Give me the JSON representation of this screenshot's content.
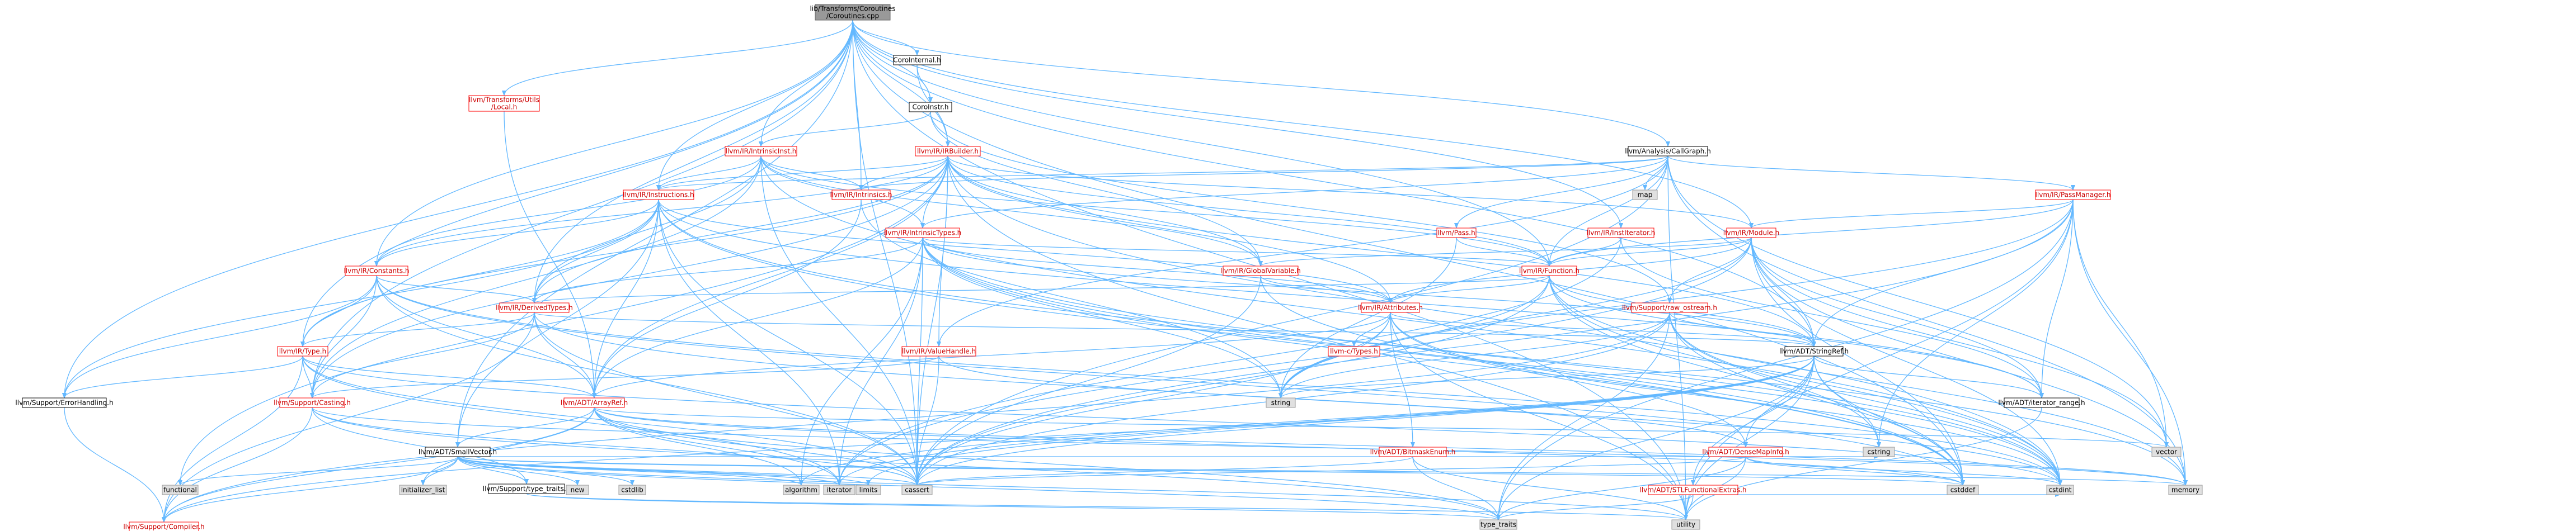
{
  "colors": {
    "edge": "#63b8ff",
    "root_fill": "#999999",
    "root_stroke": "#666666",
    "red_stroke": "#ff0000",
    "black_stroke": "#000000",
    "gray_fill": "#e0e0e0",
    "gray_stroke": "#999999",
    "red_text": "#cc0000",
    "black_text": "#000000"
  },
  "nodes": [
    {
      "id": "root",
      "kind": "root",
      "lines": [
        "lib/Transforms/Coroutines",
        "/Coroutines.cpp"
      ]
    },
    {
      "id": "CoroInternal",
      "kind": "black",
      "lines": [
        "CoroInternal.h"
      ]
    },
    {
      "id": "CoroInstr",
      "kind": "black",
      "lines": [
        "CoroInstr.h"
      ]
    },
    {
      "id": "TransformsUtilsLocal",
      "kind": "red",
      "lines": [
        "llvm/Transforms/Utils",
        "/Local.h"
      ]
    },
    {
      "id": "IntrinsicInst",
      "kind": "red",
      "lines": [
        "llvm/IR/IntrinsicInst.h"
      ]
    },
    {
      "id": "IRBuilder",
      "kind": "red",
      "lines": [
        "llvm/IR/IRBuilder.h"
      ]
    },
    {
      "id": "CallGraph",
      "kind": "black",
      "lines": [
        "llvm/Analysis/CallGraph.h"
      ]
    },
    {
      "id": "PassManager",
      "kind": "red",
      "lines": [
        "llvm/IR/PassManager.h"
      ]
    },
    {
      "id": "Instructions",
      "kind": "red",
      "lines": [
        "llvm/IR/Instructions.h"
      ]
    },
    {
      "id": "Intrinsics",
      "kind": "red",
      "lines": [
        "llvm/IR/Intrinsics.h"
      ]
    },
    {
      "id": "IntrinsicTypes",
      "kind": "red",
      "lines": [
        "llvm/IR/IntrinsicTypes.h"
      ]
    },
    {
      "id": "Pass",
      "kind": "red",
      "lines": [
        "llvm/Pass.h"
      ]
    },
    {
      "id": "InstIterator",
      "kind": "red",
      "lines": [
        "llvm/IR/InstIterator.h"
      ]
    },
    {
      "id": "Module",
      "kind": "red",
      "lines": [
        "llvm/IR/Module.h"
      ]
    },
    {
      "id": "Constants",
      "kind": "red",
      "lines": [
        "llvm/IR/Constants.h"
      ]
    },
    {
      "id": "GlobalVariable",
      "kind": "red",
      "lines": [
        "llvm/IR/GlobalVariable.h"
      ]
    },
    {
      "id": "Function",
      "kind": "red",
      "lines": [
        "llvm/IR/Function.h"
      ]
    },
    {
      "id": "DerivedTypes",
      "kind": "red",
      "lines": [
        "llvm/IR/DerivedTypes.h"
      ]
    },
    {
      "id": "Attributes",
      "kind": "red",
      "lines": [
        "llvm/IR/Attributes.h"
      ]
    },
    {
      "id": "raw_ostream",
      "kind": "red",
      "lines": [
        "llvm/Support/raw_ostream.h"
      ]
    },
    {
      "id": "IRType",
      "kind": "red",
      "lines": [
        "llvm/IR/Type.h"
      ]
    },
    {
      "id": "llvmcTypes",
      "kind": "red",
      "lines": [
        "llvm-c/Types.h"
      ]
    },
    {
      "id": "ValueHandle",
      "kind": "red",
      "lines": [
        "llvm/IR/ValueHandle.h"
      ]
    },
    {
      "id": "StringRef",
      "kind": "black",
      "lines": [
        "llvm/ADT/StringRef.h"
      ]
    },
    {
      "id": "ErrorHandling",
      "kind": "black",
      "lines": [
        "llvm/Support/ErrorHandling.h"
      ]
    },
    {
      "id": "Casting",
      "kind": "red",
      "lines": [
        "llvm/Support/Casting.h"
      ]
    },
    {
      "id": "ArrayRef",
      "kind": "red",
      "lines": [
        "llvm/ADT/ArrayRef.h"
      ]
    },
    {
      "id": "iterator_range",
      "kind": "black",
      "lines": [
        "llvm/ADT/iterator_range.h"
      ]
    },
    {
      "id": "SmallVector",
      "kind": "black",
      "lines": [
        "llvm/ADT/SmallVector.h"
      ]
    },
    {
      "id": "BitmaskEnum",
      "kind": "red",
      "lines": [
        "llvm/ADT/BitmaskEnum.h"
      ]
    },
    {
      "id": "DenseMapInfo",
      "kind": "red",
      "lines": [
        "llvm/ADT/DenseMapInfo.h"
      ]
    },
    {
      "id": "STLFunctionalExtras",
      "kind": "red",
      "lines": [
        "llvm/ADT/STLFunctionalExtras.h"
      ]
    },
    {
      "id": "type_traits_h",
      "kind": "black",
      "lines": [
        "llvm/Support/type_traits.h"
      ]
    },
    {
      "id": "Compiler",
      "kind": "red",
      "lines": [
        "llvm/Support/Compiler.h"
      ]
    },
    {
      "id": "map",
      "kind": "gray",
      "lines": [
        "map"
      ]
    },
    {
      "id": "string",
      "kind": "gray",
      "lines": [
        "string"
      ]
    },
    {
      "id": "vector",
      "kind": "gray",
      "lines": [
        "vector"
      ]
    },
    {
      "id": "memory",
      "kind": "gray",
      "lines": [
        "memory"
      ]
    },
    {
      "id": "cstddef",
      "kind": "gray",
      "lines": [
        "cstddef"
      ]
    },
    {
      "id": "cstring",
      "kind": "gray",
      "lines": [
        "cstring"
      ]
    },
    {
      "id": "functional",
      "kind": "gray",
      "lines": [
        "functional"
      ]
    },
    {
      "id": "initializer_list",
      "kind": "gray",
      "lines": [
        "initializer_list"
      ]
    },
    {
      "id": "new",
      "kind": "gray",
      "lines": [
        "new"
      ]
    },
    {
      "id": "cstdlib",
      "kind": "gray",
      "lines": [
        "cstdlib"
      ]
    },
    {
      "id": "algorithm",
      "kind": "gray",
      "lines": [
        "algorithm"
      ]
    },
    {
      "id": "iterator",
      "kind": "gray",
      "lines": [
        "iterator"
      ]
    },
    {
      "id": "limits",
      "kind": "gray",
      "lines": [
        "limits"
      ]
    },
    {
      "id": "cassert",
      "kind": "gray",
      "lines": [
        "cassert"
      ]
    },
    {
      "id": "type_traits",
      "kind": "gray",
      "lines": [
        "type_traits"
      ]
    },
    {
      "id": "utility",
      "kind": "gray",
      "lines": [
        "utility"
      ]
    },
    {
      "id": "cstdint",
      "kind": "gray",
      "lines": [
        "cstdint"
      ]
    }
  ]
}
